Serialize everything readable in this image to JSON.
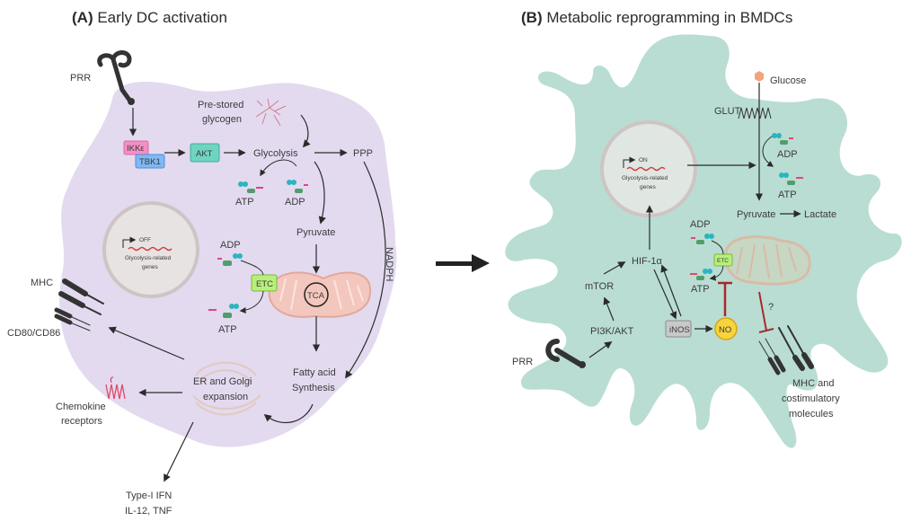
{
  "panel_a": {
    "letter": "A",
    "title": "Early DC activation",
    "labels": {
      "prr": "PRR",
      "ikke": "IKKε",
      "tbk1": "TBK1",
      "akt": "AKT",
      "glycogen_1": "Pre-stored",
      "glycogen_2": "glycogen",
      "glycolysis": "Glycolysis",
      "ppp": "PPP",
      "atp_top": "ATP",
      "adp_top": "ADP",
      "pyruvate": "Pyruvate",
      "adp_etc": "ADP",
      "atp_etc": "ATP",
      "etc": "ETC",
      "tca": "TCA",
      "nadph": "NADPH",
      "nucleus_state": "OFF",
      "nucleus_genes_1": "Glycolysis-related",
      "nucleus_genes_2": "genes",
      "mhc": "MHC",
      "cd80": "CD80/CD86",
      "fatty_1": "Fatty acid",
      "fatty_2": "Synthesis",
      "er_1": "ER and Golgi",
      "er_2": "expansion",
      "chemokine_1": "Chemokine",
      "chemokine_2": "receptors",
      "cytokine_1": "Type-I IFN",
      "cytokine_2": "IL-12, TNF"
    }
  },
  "panel_b": {
    "letter": "B",
    "title": "Metabolic reprogramming in BMDCs",
    "labels": {
      "glucose": "Glucose",
      "glut": "GLUT",
      "adp_top": "ADP",
      "atp_top": "ATP",
      "pyruvate": "Pyruvate",
      "lactate": "Lactate",
      "nucleus_state": "ON",
      "nucleus_genes_1": "Glycolysis-related",
      "nucleus_genes_2": "genes",
      "hif": "HIF-1α",
      "mtor": "mTOR",
      "pi3k": "PI3K/AKT",
      "prr": "PRR",
      "inos": "iNOS",
      "no": "NO",
      "adp_etc": "ADP",
      "atp_etc": "ATP",
      "etc": "ETC",
      "question": "?",
      "mhc_1": "MHC and",
      "mhc_2": "costimulatory",
      "mhc_3": "molecules"
    }
  },
  "colors": {
    "cell_a": "#e3daf0",
    "cell_b": "#b9ddd3",
    "ikke": "#f48fc4",
    "tbk1": "#7fb8f2",
    "akt": "#6fd4c0",
    "etc": "#b8ef7a",
    "mito": "#f3c7bd",
    "inhibit": "#a52a2a",
    "no": "#f7d33d",
    "glucose": "#f4a47a"
  }
}
